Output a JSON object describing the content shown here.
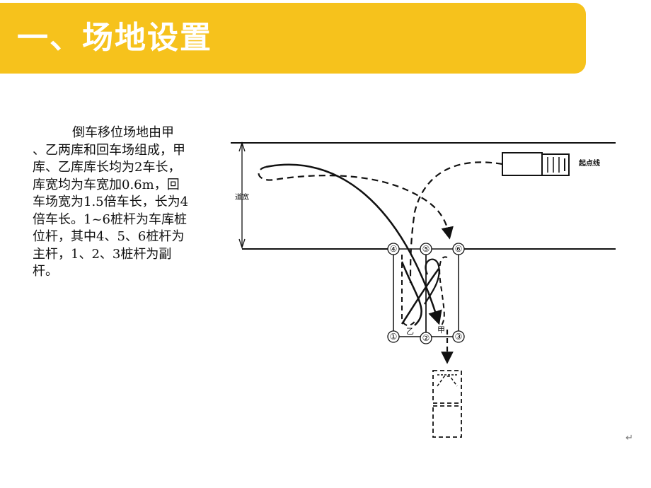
{
  "header": {
    "title": "一、场地设置",
    "bg_color": "#f6c21c"
  },
  "description": "倒车移位场地由甲 、乙两库和回车场组成，甲库、乙库库长均为2车长，库宽均为车宽加0.6m，回车场宽为1.5倍车长，长为4倍车长。1~6桩杆为车库桩位杆，其中4、5、6桩杆为主杆，1、2、3桩杆为副杆。",
  "diagram": {
    "start_line_label": "起点线",
    "road_width_label": "道宽",
    "poles": [
      "①",
      "②",
      "③",
      "④",
      "⑤",
      "⑥"
    ],
    "garage_a_label": "甲",
    "garage_b_label": "乙"
  },
  "return_mark": "↵"
}
